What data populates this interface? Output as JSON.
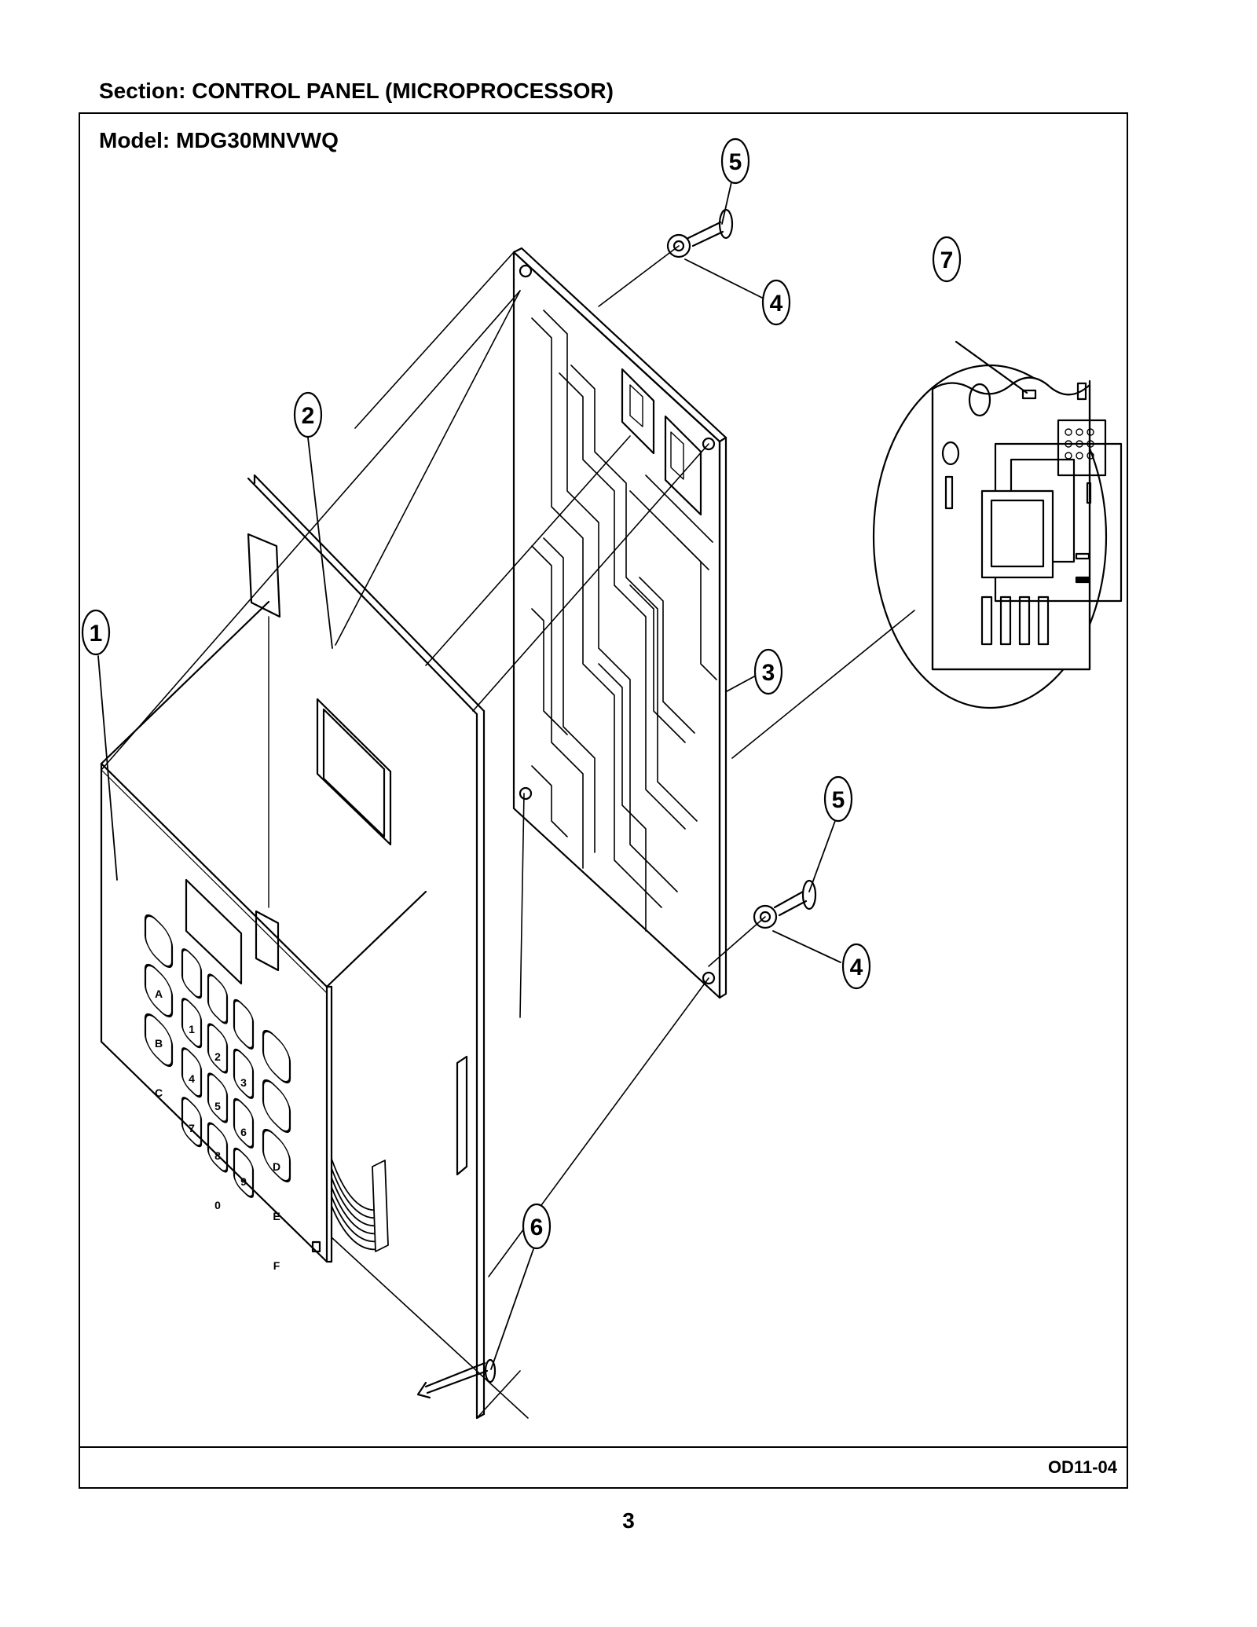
{
  "header": {
    "section": "Section:  CONTROL PANEL (MICROPROCESSOR)",
    "model": "Model:  MDG30MNVWQ"
  },
  "figure": {
    "code": "OD11-04",
    "callouts": [
      "1",
      "2",
      "3",
      "4",
      "4",
      "5",
      "5",
      "6",
      "7"
    ],
    "keypad_keys": [
      "A",
      "1",
      "2",
      "3",
      "B",
      "4",
      "5",
      "6",
      "D",
      "C",
      "7",
      "8",
      "9",
      "E",
      "0",
      "F"
    ]
  },
  "footer": {
    "page_number": "3"
  }
}
